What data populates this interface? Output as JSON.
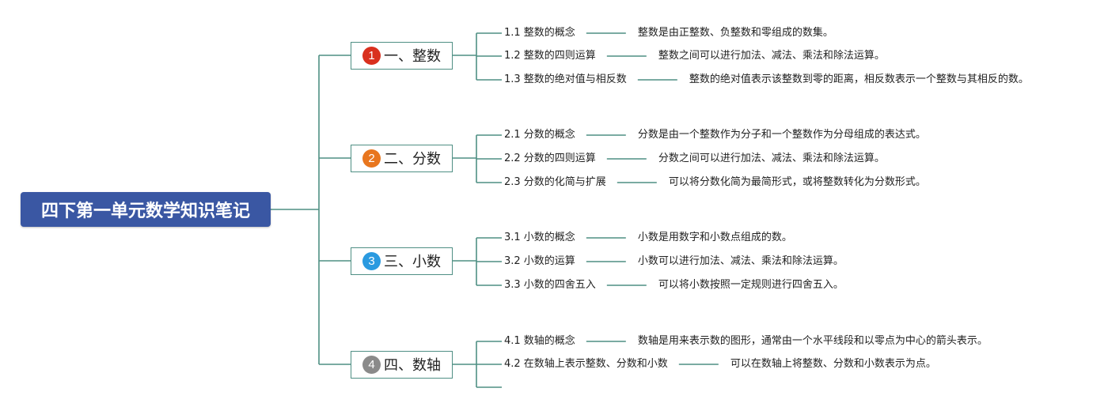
{
  "root": {
    "title": "四下第一单元数学知识笔记"
  },
  "colors": {
    "connector": "#4f8f84",
    "root_fill": "#3a57a3"
  },
  "sections": [
    {
      "number": "1",
      "badge_color": "#d9301e",
      "title": "一、整数",
      "topics": [
        {
          "label": "1.1 整数的概念",
          "note": "整数是由正整数、负整数和零组成的数集。"
        },
        {
          "label": "1.2 整数的四则运算",
          "note": "整数之间可以进行加法、减法、乘法和除法运算。"
        },
        {
          "label": "1.3 整数的绝对值与相反数",
          "note": "整数的绝对值表示该整数到零的距离，相反数表示一个整数与其相反的数。"
        }
      ]
    },
    {
      "number": "2",
      "badge_color": "#e8761e",
      "title": "二、分数",
      "topics": [
        {
          "label": "2.1 分数的概念",
          "note": "分数是由一个整数作为分子和一个整数作为分母组成的表达式。"
        },
        {
          "label": "2.2 分数的四则运算",
          "note": "分数之间可以进行加法、减法、乘法和除法运算。"
        },
        {
          "label": "2.3 分数的化简与扩展",
          "note": "可以将分数化简为最简形式，或将整数转化为分数形式。"
        }
      ]
    },
    {
      "number": "3",
      "badge_color": "#2a9ae0",
      "title": "三、小数",
      "topics": [
        {
          "label": "3.1 小数的概念",
          "note": "小数是用数字和小数点组成的数。"
        },
        {
          "label": "3.2 小数的运算",
          "note": "小数可以进行加法、减法、乘法和除法运算。"
        },
        {
          "label": "3.3 小数的四舍五入",
          "note": "可以将小数按照一定规则进行四舍五入。"
        }
      ]
    },
    {
      "number": "4",
      "badge_color": "#8a8a8a",
      "title": "四、数轴",
      "topics": [
        {
          "label": "4.1 数轴的概念",
          "note": "数轴是用来表示数的图形，通常由一个水平线段和以零点为中心的箭头表示。"
        },
        {
          "label": "4.2 在数轴上表示整数、分数和小数",
          "note": "可以在数轴上将整数、分数和小数表示为点。"
        },
        {
          "label": "",
          "note": ""
        }
      ]
    }
  ]
}
